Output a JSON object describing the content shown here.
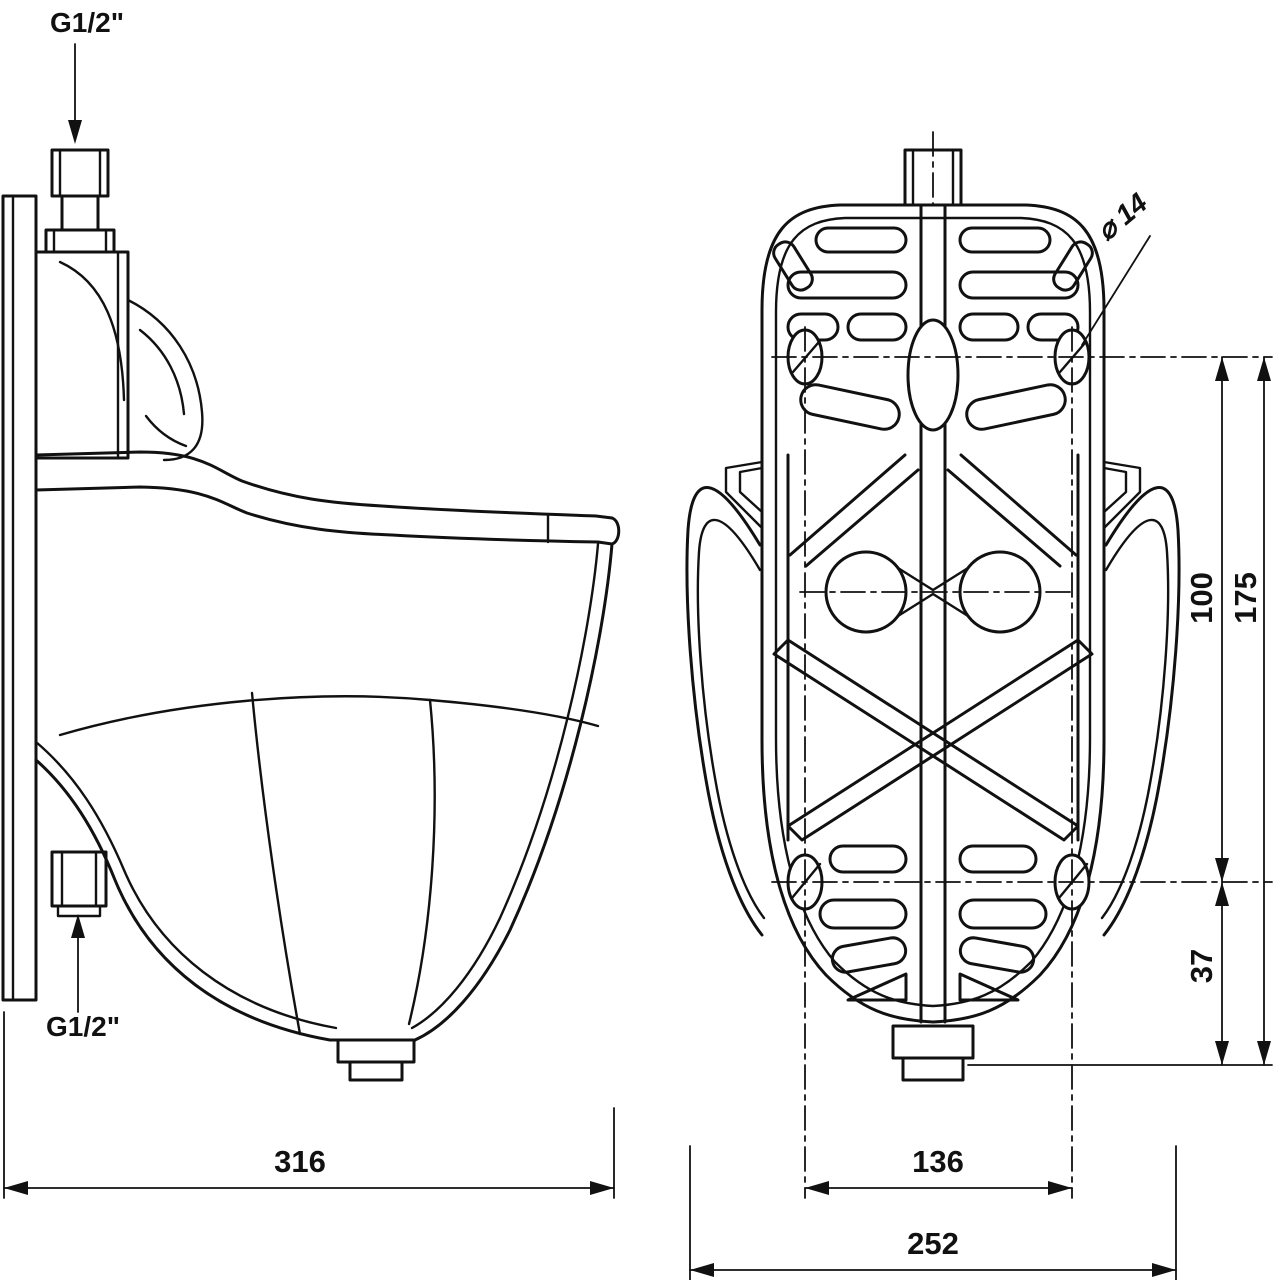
{
  "drawing": {
    "kind": "technical-dimension-drawing",
    "background_color": "#ffffff",
    "line_color": "#111111"
  },
  "side_view": {
    "inlet_thread_label": "G1/2\"",
    "drain_thread_label": "G1/2\"",
    "overall_depth": "316"
  },
  "front_view": {
    "hole_diameter_label": "⌀ 14",
    "vertical_hole_spacing": "100",
    "overall_height": "175",
    "hole_to_bottom_offset": "37",
    "horizontal_hole_spacing": "136",
    "overall_width": "252"
  }
}
